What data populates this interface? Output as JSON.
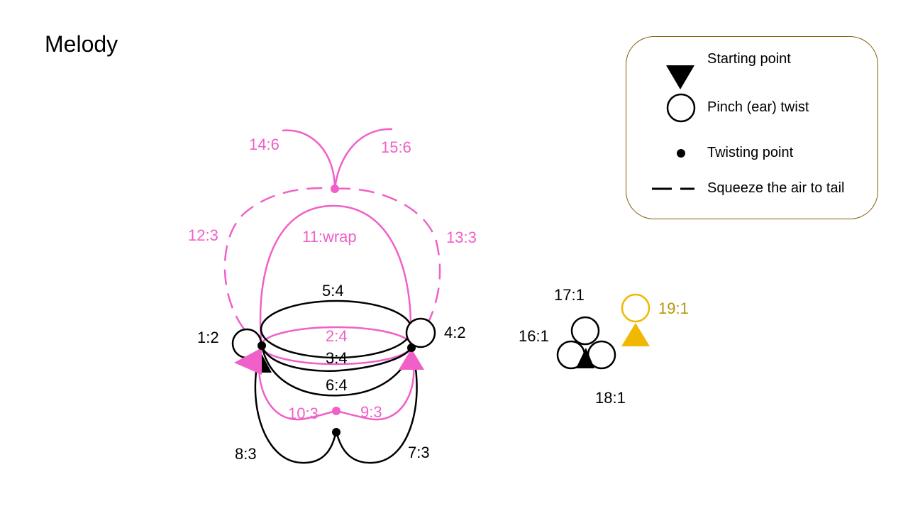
{
  "title": "Melody",
  "legend": {
    "starting_point": "Starting point",
    "pinch_twist": "Pinch (ear) twist",
    "twisting_point": "Twisting point",
    "squeeze": "Squeeze the air to tail"
  },
  "colors": {
    "black": "#000000",
    "pink": "#f060c8",
    "gold": "#f0b800",
    "gold_text": "#b8960a",
    "legend_border": "#7f6000"
  },
  "labels": {
    "l1": "1:2",
    "l2": "2:4",
    "l3": "3:4",
    "l4": "4:2",
    "l5": "5:4",
    "l6": "6:4",
    "l7": "7:3",
    "l8": "8:3",
    "l9": "9:3",
    "l10": "10:3",
    "l11": "11:wrap",
    "l12": "12:3",
    "l13": "13:3",
    "l14": "14:6",
    "l15": "15:6",
    "l16": "16:1",
    "l17": "17:1",
    "l18": "18:1",
    "l19": "19:1"
  }
}
